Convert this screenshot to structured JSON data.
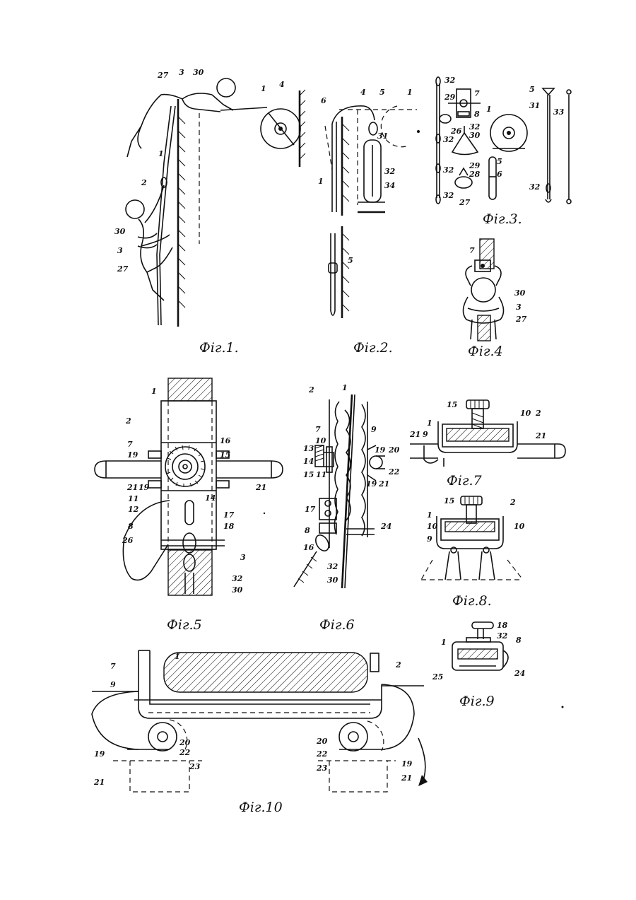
{
  "figures": [
    {
      "id": "fig1",
      "caption": "Фіг.1."
    },
    {
      "id": "fig2",
      "caption": "Фіг.2."
    },
    {
      "id": "fig3",
      "caption": "Фіг.3."
    },
    {
      "id": "fig4",
      "caption": "Фіг.4"
    },
    {
      "id": "fig5",
      "caption": "Фіг.5"
    },
    {
      "id": "fig6",
      "caption": "Фіг.6"
    },
    {
      "id": "fig7",
      "caption": "Фіг.7"
    },
    {
      "id": "fig8",
      "caption": "Фіг.8."
    },
    {
      "id": "fig9",
      "caption": "Фіг.9"
    },
    {
      "id": "fig10",
      "caption": "Фіг.10"
    }
  ],
  "labels": {
    "fig1": [
      "27",
      "3",
      "30",
      "1",
      "4",
      "1",
      "2",
      "30",
      "3",
      "27"
    ],
    "fig2": [
      "6",
      "4",
      "5",
      "1",
      "31",
      "32",
      "34",
      "1",
      "5"
    ],
    "fig3": [
      "32",
      "29",
      "7",
      "8",
      "32",
      "26",
      "30",
      "32",
      "29",
      "28",
      "27",
      "32",
      "1",
      "5",
      "6",
      "5",
      "31",
      "33",
      "32"
    ],
    "fig4": [
      "7",
      "30",
      "3",
      "27"
    ],
    "fig5": [
      "1",
      "2",
      "7",
      "16",
      "15",
      "19",
      "21",
      "21",
      "19",
      "14",
      "11",
      "12",
      "17",
      "8",
      "18",
      "26",
      "3",
      "32",
      "30"
    ],
    "fig6": [
      "2",
      "1",
      "7",
      "9",
      "10",
      "13",
      "20",
      "19",
      "14",
      "22",
      "15",
      "11",
      "21",
      "19",
      "17",
      "24",
      "8",
      "16",
      "32",
      "30"
    ],
    "fig7": [
      "15",
      "1",
      "10",
      "2",
      "21",
      "9",
      "21"
    ],
    "fig8": [
      "15",
      "2",
      "1",
      "10",
      "10",
      "9"
    ],
    "fig9": [
      "18",
      "32",
      "8",
      "1",
      "25",
      "24"
    ],
    "fig10": [
      "1",
      "2",
      "7",
      "9",
      "19",
      "20",
      "22",
      "21",
      "23",
      "20",
      "22",
      "23",
      "19",
      "21"
    ]
  }
}
